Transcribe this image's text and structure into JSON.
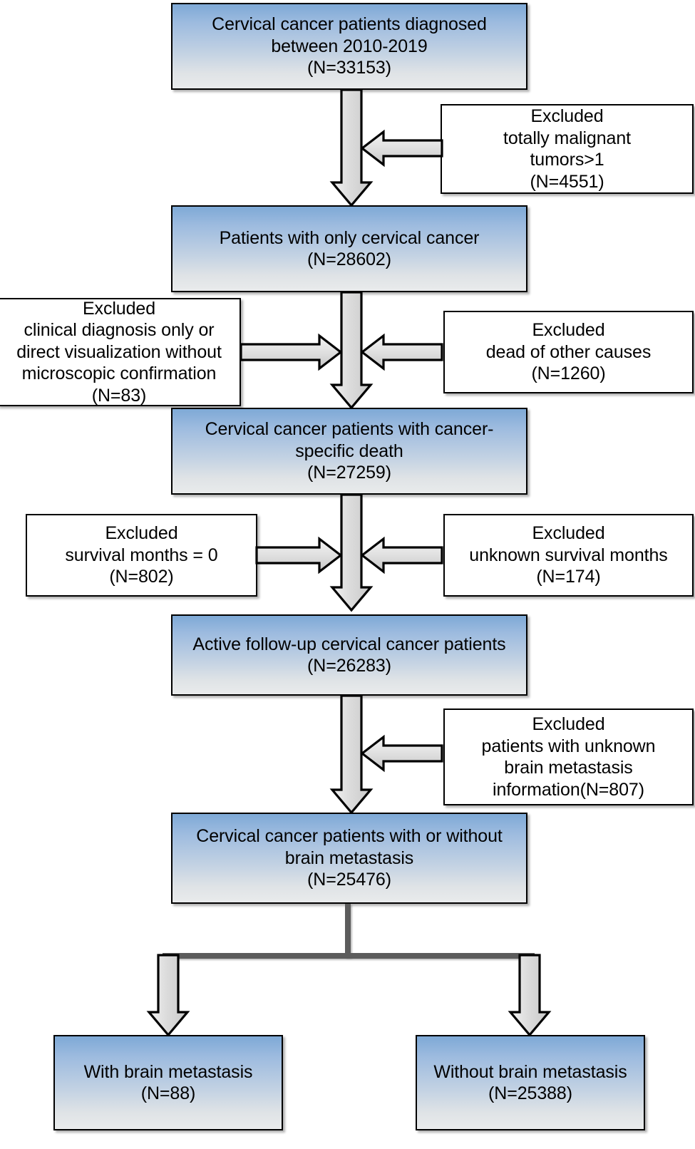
{
  "figure": {
    "type": "flowchart",
    "title": "Cervical cancer patient selection flow diagram",
    "colors": {
      "box_fill_top": "#7ea9d6",
      "box_fill_bottom": "#e9ebec",
      "box_border": "#000000",
      "exclusion_fill": "#ffffff",
      "arrow_fill": "#d9d9d9",
      "arrow_border": "#000000",
      "connector_line": "#5c5c5c",
      "text": "#000000"
    }
  },
  "nodes": {
    "n1": {
      "id": "diagnosed",
      "lines": [
        "Cervical cancer patients diagnosed",
        "between 2010-2019",
        "(N=33153)"
      ],
      "n": 33153
    },
    "n2": {
      "id": "only-cervical-cancer",
      "lines": [
        "Patients with only cervical cancer",
        "(N=28602)"
      ],
      "n": 28602
    },
    "n3": {
      "id": "cancer-specific-death",
      "lines": [
        "Cervical cancer patients with cancer-",
        "specific death",
        "(N=27259)"
      ],
      "n": 27259
    },
    "n4": {
      "id": "active-follow-up",
      "lines": [
        "Active follow-up cervical cancer patients",
        "(N=26283)"
      ],
      "n": 26283
    },
    "n5": {
      "id": "with-or-without-brain-metastasis",
      "lines": [
        "Cervical cancer patients with or without",
        "brain metastasis",
        "(N=25476)"
      ],
      "n": 25476
    },
    "n6": {
      "id": "with-brain-metastasis",
      "lines": [
        "With brain metastasis",
        "(N=88)"
      ],
      "n": 88
    },
    "n7": {
      "id": "without-brain-metastasis",
      "lines": [
        "Without brain metastasis",
        "(N=25388)"
      ],
      "n": 25388
    }
  },
  "exclusions": {
    "e1": {
      "id": "excluded-malignant-tumors",
      "lines": [
        "Excluded",
        "totally malignant",
        "tumors>1",
        "(N=4551)"
      ],
      "n": 4551
    },
    "e2": {
      "id": "excluded-clinical-diagnosis-only",
      "lines": [
        "Excluded",
        "clinical diagnosis only or",
        "direct visualization without",
        "microscopic confirmation",
        "(N=83)"
      ],
      "n": 83
    },
    "e3": {
      "id": "excluded-dead-other-causes",
      "lines": [
        "Excluded",
        "dead of other causes",
        "(N=1260)"
      ],
      "n": 1260
    },
    "e4": {
      "id": "excluded-survival-months-zero",
      "lines": [
        "Excluded",
        "survival months = 0",
        "(N=802)"
      ],
      "n": 802
    },
    "e5": {
      "id": "excluded-unknown-survival-months",
      "lines": [
        "Excluded",
        "unknown survival months",
        "(N=174)"
      ],
      "n": 174
    },
    "e6": {
      "id": "excluded-unknown-brain-metastasis",
      "lines": [
        "Excluded",
        "patients with unknown",
        "brain metastasis",
        "information(N=807)"
      ],
      "n": 807
    }
  }
}
